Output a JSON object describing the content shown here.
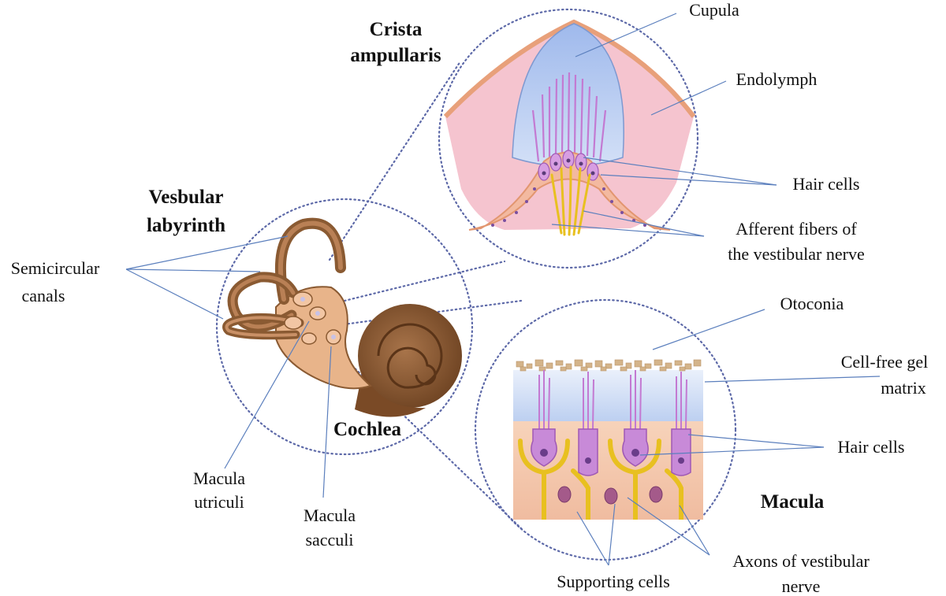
{
  "titles": {
    "crista": [
      "Crista",
      "ampullaris"
    ],
    "labyrinth": [
      "Vesbular",
      "labyrinth"
    ],
    "cochlea": "Cochlea",
    "macula": "Macula"
  },
  "labels": {
    "cupula": "Cupula",
    "endolymph": "Endolymph",
    "hair_cells_top": "Hair cells",
    "afferent": [
      "Afferent fibers of",
      "the vestibular nerve"
    ],
    "semicircular": [
      "Semicircular",
      "canals"
    ],
    "otoconia": "Otoconia",
    "gel_matrix": [
      "Cell-free gel",
      "matrix"
    ],
    "hair_cells_bottom": "Hair cells",
    "macula_utriculi": [
      "Macula",
      "utriculi"
    ],
    "macula_sacculi": [
      "Macula",
      "sacculi"
    ],
    "axons": [
      "Axons of vestibular",
      "nerve"
    ],
    "supporting": "Supporting cells"
  },
  "colors": {
    "callout_circle": "#5d69a8",
    "leader_line": "#5b7fbd",
    "cupula": "#b8cdf0",
    "endolymph": "#f5c4cf",
    "epithelium": "#f0b89a",
    "hair_cell": "#c88ad8",
    "nerve_fiber": "#e8c020",
    "gel_matrix": "#c9daf5",
    "otoconia": "#d4b48a",
    "tissue": "#f3cbb0",
    "labyrinth_brown": "#8a5a32",
    "labyrinth_light": "#e8b48a"
  }
}
